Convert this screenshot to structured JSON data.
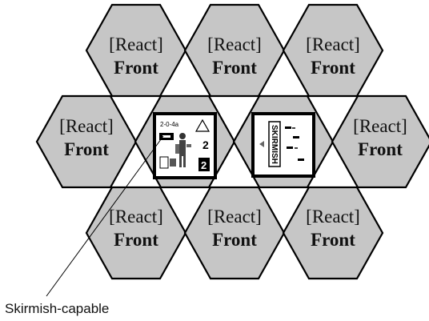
{
  "hex_label_line1": "[React]",
  "hex_label_line2": "Front",
  "hexes": [
    {
      "id": "top-left",
      "line1": "[React]",
      "line2": "Front"
    },
    {
      "id": "top-center",
      "line1": "[React]",
      "line2": "Front"
    },
    {
      "id": "top-right",
      "line1": "[React]",
      "line2": "Front"
    },
    {
      "id": "middle-left",
      "line1": "[React]",
      "line2": "Front"
    },
    {
      "id": "middle-center-left",
      "counter": "skirmish-capable unit counter"
    },
    {
      "id": "middle-center-right",
      "counter": "unit counter"
    },
    {
      "id": "middle-right",
      "line1": "[React]",
      "line2": "Front"
    },
    {
      "id": "bottom-left",
      "line1": "[React]",
      "line2": "Front"
    },
    {
      "id": "bottom-center",
      "line1": "[React]",
      "line2": "Front"
    },
    {
      "id": "bottom-right",
      "line1": "[React]",
      "line2": "Front"
    }
  ],
  "counter_left": {
    "top_text": "2-0-4a",
    "side_number": "2",
    "bottom_number": "2"
  },
  "counter_right": {
    "vertical_text": "SKIRMISH"
  },
  "annotation": {
    "label": "Skirmish-capable"
  },
  "colors": {
    "hex_fill": "#c6c6c6",
    "hex_stroke": "#000000",
    "counter_fill": "#ffffff"
  }
}
